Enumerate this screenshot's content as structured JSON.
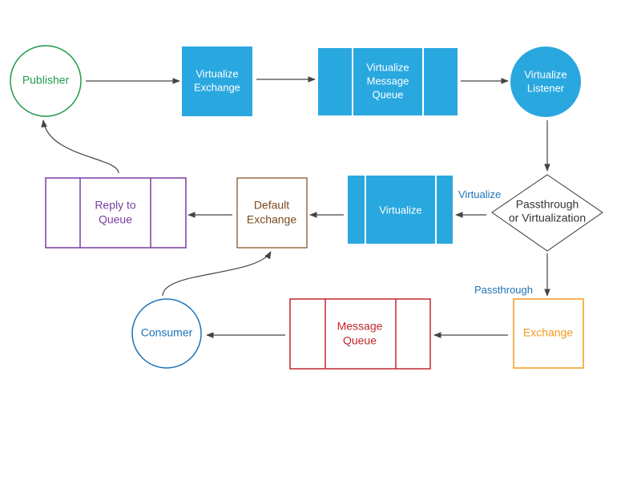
{
  "nodes": {
    "publisher": "Publisher",
    "virtualize_exchange": [
      "Virtualize",
      "Exchange"
    ],
    "virtualize_message_queue": [
      "Virtualize",
      "Message",
      "Queue"
    ],
    "virtualize_listener": [
      "Virtualize",
      "Listener"
    ],
    "decision": [
      "Passthrough",
      "or Virtualization"
    ],
    "virtualize_queue": "Virtualize",
    "default_exchange": [
      "Default",
      "Exchange"
    ],
    "reply_to_queue": [
      "Reply to",
      "Queue"
    ],
    "consumer": "Consumer",
    "message_queue": [
      "Message",
      "Queue"
    ],
    "exchange": "Exchange"
  },
  "edge_labels": {
    "virtualize": "Virtualize",
    "passthrough": "Passthrough"
  },
  "colors": {
    "publisher": "#1f9a4a",
    "blue_fill": "#29a8e0",
    "arrow": "#444444",
    "decision": "#333333",
    "default_exchange": "#7a4a1e",
    "reply_to_queue": "#7a3ea1",
    "consumer": "#1b73b9",
    "message_queue": "#c3262e",
    "exchange": "#f39a1e",
    "edge_label": "#1b73b9"
  }
}
